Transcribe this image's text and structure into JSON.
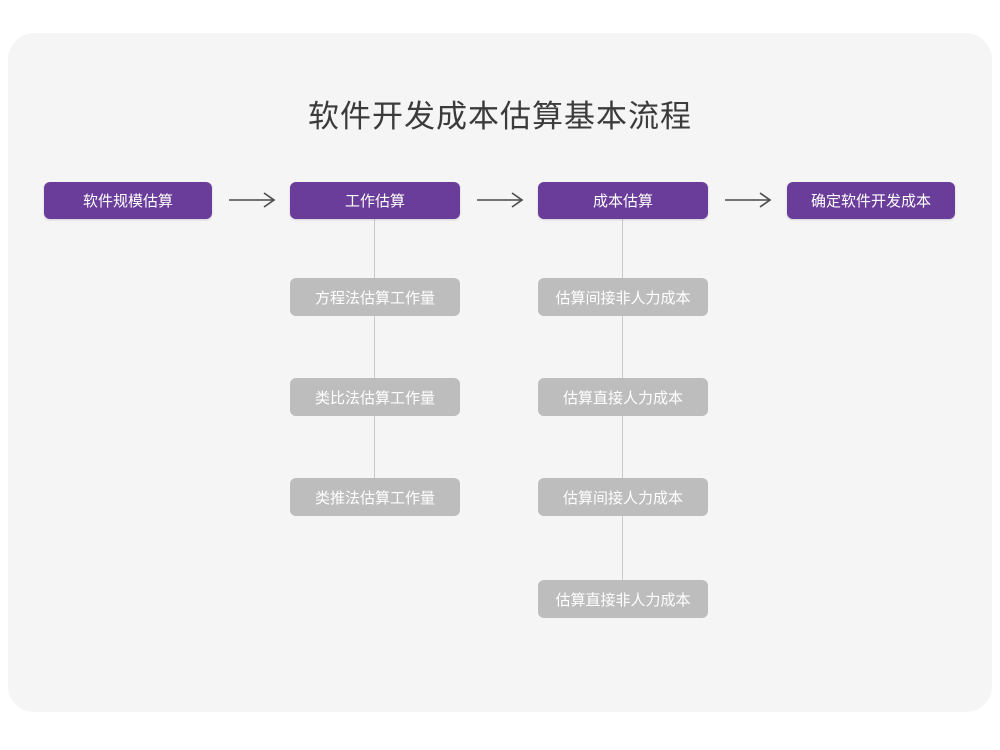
{
  "page": {
    "title": "软件开发成本估算基本流程",
    "background_color": "#ffffff",
    "card_color": "#f5f5f5",
    "primary_color": "#6a3d9a",
    "secondary_color": "#bdbdbd",
    "title_color": "#3b3b3b",
    "connector_color": "#c9c9c9"
  },
  "flow": {
    "arrow_glyph": "⟶",
    "steps": [
      {
        "id": "step-1",
        "label": "软件规模估算",
        "children": []
      },
      {
        "id": "step-2",
        "label": "工作估算",
        "children": [
          {
            "id": "step-2-sub-1",
            "label": "方程法估算工作量"
          },
          {
            "id": "step-2-sub-2",
            "label": "类比法估算工作量"
          },
          {
            "id": "step-2-sub-3",
            "label": "类推法估算工作量"
          }
        ]
      },
      {
        "id": "step-3",
        "label": "成本估算",
        "children": [
          {
            "id": "step-3-sub-1",
            "label": "估算间接非人力成本"
          },
          {
            "id": "step-3-sub-2",
            "label": "估算直接人力成本"
          },
          {
            "id": "step-3-sub-3",
            "label": "估算间接人力成本"
          },
          {
            "id": "step-3-sub-4",
            "label": "估算直接非人力成本"
          }
        ]
      },
      {
        "id": "step-4",
        "label": "确定软件开发成本",
        "children": []
      }
    ]
  }
}
